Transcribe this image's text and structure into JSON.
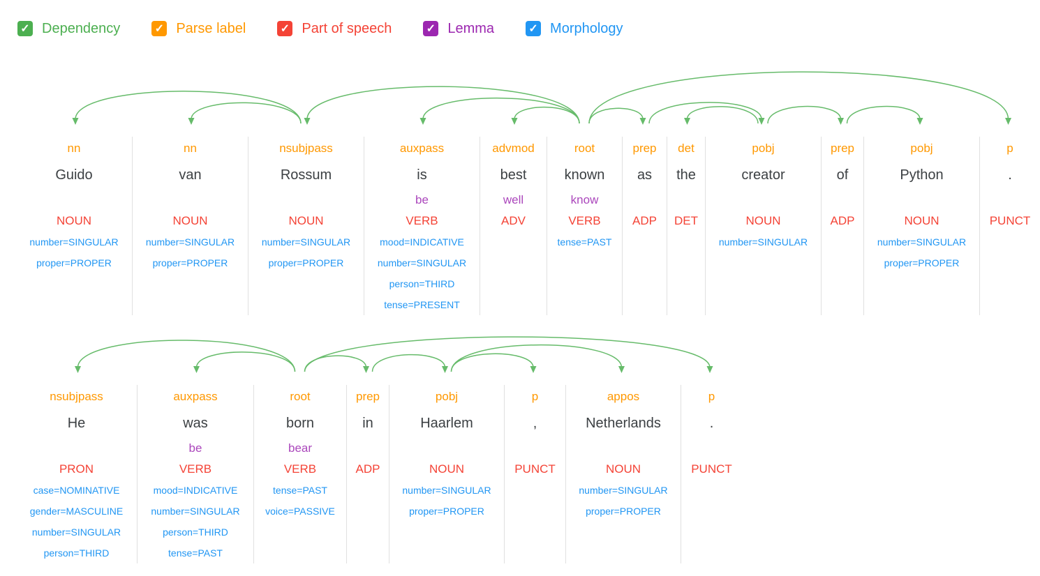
{
  "toolbar": {
    "checkboxes": [
      {
        "id": "dependency",
        "label": "Dependency",
        "color": "#4CAF50",
        "checked": true
      },
      {
        "id": "parse-label",
        "label": "Parse label",
        "color": "#FF9800",
        "checked": true
      },
      {
        "id": "part-of-speech",
        "label": "Part of speech",
        "color": "#F44336",
        "checked": true
      },
      {
        "id": "lemma",
        "label": "Lemma",
        "color": "#9C27B0",
        "checked": true
      },
      {
        "id": "morphology",
        "label": "Morphology",
        "color": "#2196F3",
        "checked": true
      }
    ],
    "check_glyph": "✓"
  },
  "colors": {
    "arc": "#66BB6A",
    "parse_label": "#FF9800",
    "word": "#3C4043",
    "lemma": "#AB47BC",
    "pos": "#F44336",
    "morph": "#2196F3",
    "divider": "#E0E0E0"
  },
  "sentences": [
    {
      "name": "sentence-1",
      "arc_area_height": 120,
      "max_arc_height": 78,
      "tokens": [
        {
          "label": "nn",
          "word": "Guido",
          "lemma": "",
          "pos": "NOUN",
          "morph": [
            "number=SINGULAR",
            "proper=PROPER"
          ],
          "width": 166
        },
        {
          "label": "nn",
          "word": "van",
          "lemma": "",
          "pos": "NOUN",
          "morph": [
            "number=SINGULAR",
            "proper=PROPER"
          ],
          "width": 166
        },
        {
          "label": "nsubjpass",
          "word": "Rossum",
          "lemma": "",
          "pos": "NOUN",
          "morph": [
            "number=SINGULAR",
            "proper=PROPER"
          ],
          "width": 166
        },
        {
          "label": "auxpass",
          "word": "is",
          "lemma": "be",
          "pos": "VERB",
          "morph": [
            "mood=INDICATIVE",
            "number=SINGULAR",
            "person=THIRD",
            "tense=PRESENT"
          ],
          "width": 166
        },
        {
          "label": "advmod",
          "word": "best",
          "lemma": "well",
          "pos": "ADV",
          "morph": [],
          "width": 96
        },
        {
          "label": "root",
          "word": "known",
          "lemma": "know",
          "pos": "VERB",
          "morph": [
            "tense=PAST"
          ],
          "width": 108
        },
        {
          "label": "prep",
          "word": "as",
          "lemma": "",
          "pos": "ADP",
          "morph": [],
          "width": 64
        },
        {
          "label": "det",
          "word": "the",
          "lemma": "",
          "pos": "DET",
          "morph": [],
          "width": 55
        },
        {
          "label": "pobj",
          "word": "creator",
          "lemma": "",
          "pos": "NOUN",
          "morph": [
            "number=SINGULAR"
          ],
          "width": 166
        },
        {
          "label": "prep",
          "word": "of",
          "lemma": "",
          "pos": "ADP",
          "morph": [],
          "width": 61
        },
        {
          "label": "pobj",
          "word": "Python",
          "lemma": "",
          "pos": "NOUN",
          "morph": [
            "number=SINGULAR",
            "proper=PROPER"
          ],
          "width": 166
        },
        {
          "label": "p",
          "word": ".",
          "lemma": "",
          "pos": "PUNCT",
          "morph": [],
          "width": 87
        }
      ],
      "arcs": [
        {
          "head": 2,
          "dep": 0
        },
        {
          "head": 2,
          "dep": 1
        },
        {
          "head": 5,
          "dep": 2
        },
        {
          "head": 5,
          "dep": 3
        },
        {
          "head": 5,
          "dep": 4
        },
        {
          "head": 5,
          "dep": 6
        },
        {
          "head": 6,
          "dep": 8
        },
        {
          "head": 8,
          "dep": 7
        },
        {
          "head": 8,
          "dep": 9
        },
        {
          "head": 9,
          "dep": 10
        },
        {
          "head": 5,
          "dep": 11
        }
      ]
    },
    {
      "name": "sentence-2",
      "arc_area_height": 72,
      "max_arc_height": 50,
      "tokens": [
        {
          "label": "nsubjpass",
          "word": "He",
          "lemma": "",
          "pos": "PRON",
          "morph": [
            "case=NOMINATIVE",
            "gender=MASCULINE",
            "number=SINGULAR",
            "person=THIRD"
          ],
          "width": 173
        },
        {
          "label": "auxpass",
          "word": "was",
          "lemma": "be",
          "pos": "VERB",
          "morph": [
            "mood=INDICATIVE",
            "number=SINGULAR",
            "person=THIRD",
            "tense=PAST"
          ],
          "width": 167
        },
        {
          "label": "root",
          "word": "born",
          "lemma": "bear",
          "pos": "VERB",
          "morph": [
            "tense=PAST",
            "voice=PASSIVE"
          ],
          "width": 133
        },
        {
          "label": "prep",
          "word": "in",
          "lemma": "",
          "pos": "ADP",
          "morph": [],
          "width": 61
        },
        {
          "label": "pobj",
          "word": "Haarlem",
          "lemma": "",
          "pos": "NOUN",
          "morph": [
            "number=SINGULAR",
            "proper=PROPER"
          ],
          "width": 165
        },
        {
          "label": "p",
          "word": ",",
          "lemma": "",
          "pos": "PUNCT",
          "morph": [],
          "width": 88
        },
        {
          "label": "appos",
          "word": "Netherlands",
          "lemma": "",
          "pos": "NOUN",
          "morph": [
            "number=SINGULAR",
            "proper=PROPER"
          ],
          "width": 165
        },
        {
          "label": "p",
          "word": ".",
          "lemma": "",
          "pos": "PUNCT",
          "morph": [],
          "width": 88
        }
      ],
      "arcs": [
        {
          "head": 2,
          "dep": 0
        },
        {
          "head": 2,
          "dep": 1
        },
        {
          "head": 2,
          "dep": 3
        },
        {
          "head": 3,
          "dep": 4
        },
        {
          "head": 4,
          "dep": 5
        },
        {
          "head": 4,
          "dep": 6
        },
        {
          "head": 2,
          "dep": 7
        }
      ]
    }
  ]
}
